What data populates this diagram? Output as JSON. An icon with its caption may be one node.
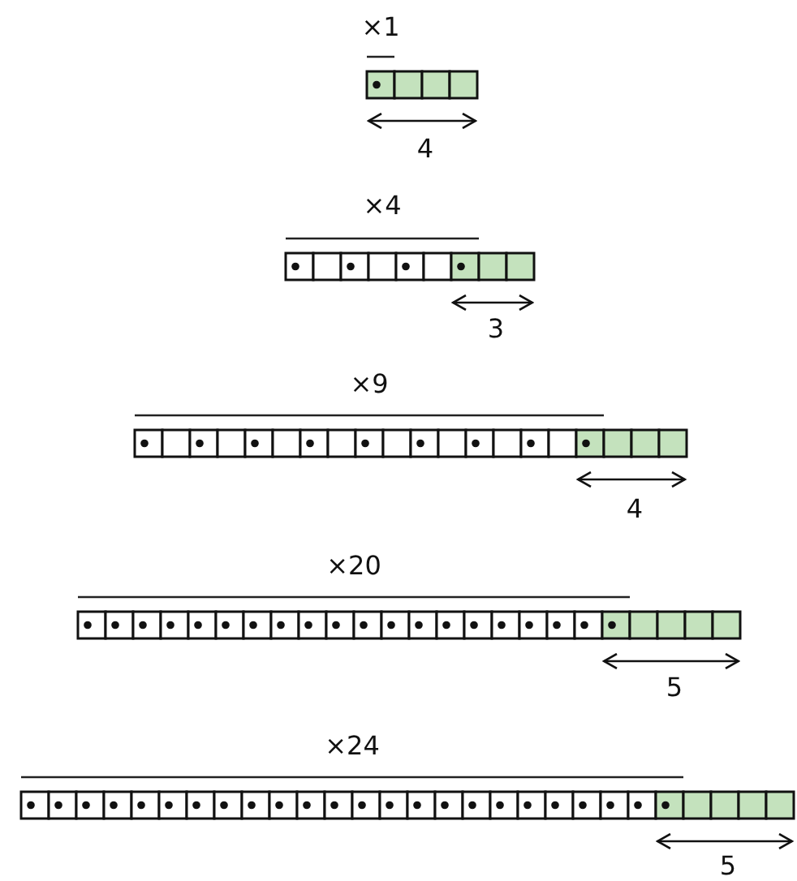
{
  "diagram": {
    "labels": [
      "×1",
      "4",
      "×4",
      "3",
      "×9",
      "4",
      "×20",
      "5",
      "×24",
      "5"
    ]
  }
}
